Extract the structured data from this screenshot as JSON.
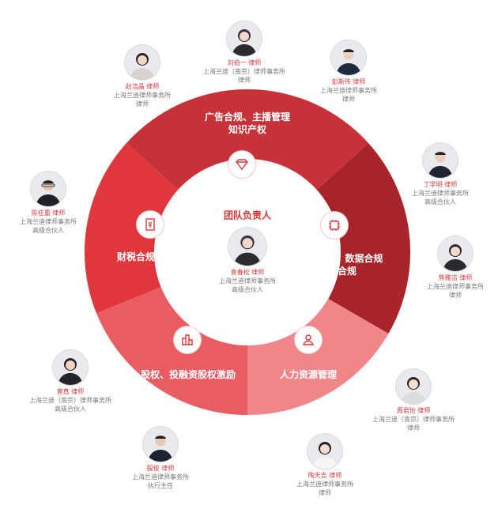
{
  "center": {
    "title": "团队负责人",
    "person": {
      "name": "袁春松 律师",
      "org": "上海兰迪律师事务所",
      "role": "高级合伙人"
    }
  },
  "segments": [
    {
      "label": "广告合规、主播管理\n知识产权",
      "icon": "diamond-icon",
      "color": "#c73238"
    },
    {
      "label": "MCN出海、数据合规\n刑事合规",
      "icon": "chip-icon",
      "color": "#a8242b"
    },
    {
      "label": "人力资源管理",
      "icon": "person-icon",
      "color": "#f1868a"
    },
    {
      "label": "股权、投融资股权激励",
      "icon": "building-icon",
      "color": "#e85c62"
    },
    {
      "label": "财税合规与建设",
      "icon": "tax-document-icon",
      "color": "#e0373d"
    }
  ],
  "team": [
    {
      "name": "刘伯一 律师",
      "org": "上海兰迪（南京）律师事务所",
      "role": "律师"
    },
    {
      "name": "彭斯伟 律师",
      "org": "上海兰迪律师事务所",
      "role": "律师"
    },
    {
      "name": "丁学明 律师",
      "org": "上海兰迪律师事务所",
      "role": "高级合伙人"
    },
    {
      "name": "熊雅洁 律师",
      "org": "上海兰迪律师事务所",
      "role": "律师"
    },
    {
      "name": "周君怡 律师",
      "org": "上海兰迪（南京）律师事务所",
      "role": "律师"
    },
    {
      "name": "陶天吉 律师",
      "org": "上海兰迪律师事务所",
      "role": "律师"
    },
    {
      "name": "殷俊 律师",
      "org": "上海兰迪律师事务所",
      "role": "执行主任"
    },
    {
      "name": "曾真 律师",
      "org": "上海兰迪（南京）律师事务所",
      "role": "高级合伙人"
    },
    {
      "name": "陈任重 律师",
      "org": "上海兰迪律师事务所",
      "role": "高级合伙人"
    },
    {
      "name": "赵浩晶 律师",
      "org": "上海兰迪律师事务所",
      "role": "律师"
    }
  ]
}
